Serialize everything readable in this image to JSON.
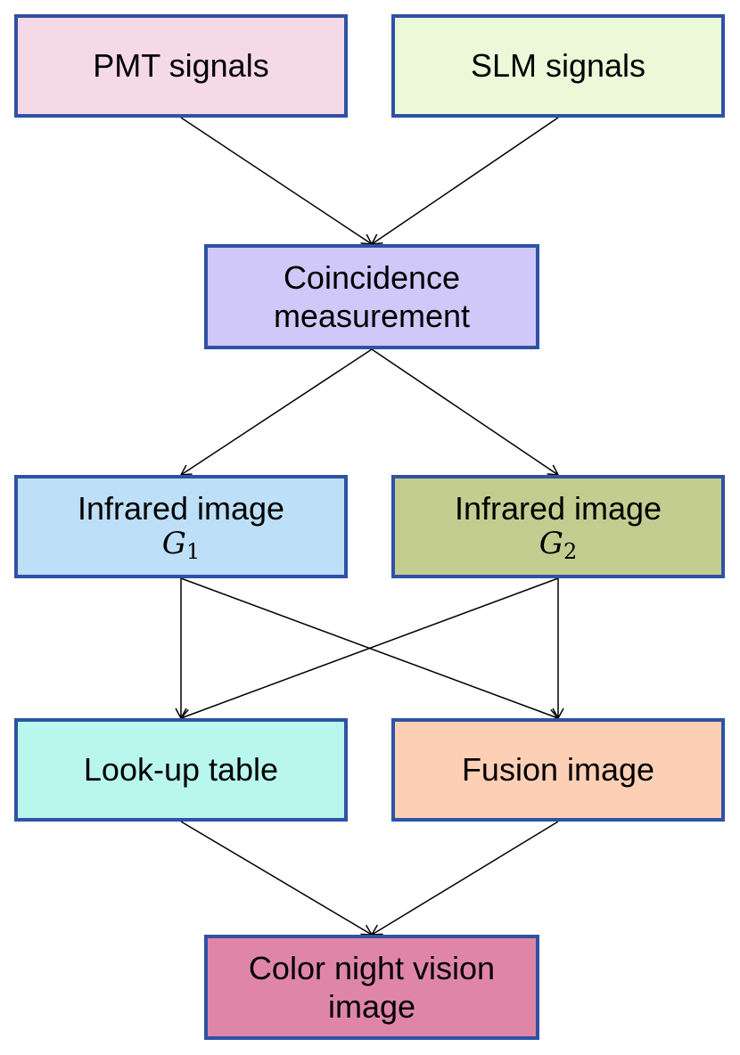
{
  "diagram": {
    "nodes": {
      "pmt": {
        "label": "PMT signals",
        "color": "#f5d9e7"
      },
      "slm": {
        "label": "SLM signals",
        "color": "#ebf9d9"
      },
      "coincidence": {
        "line1": "Coincidence",
        "line2": "measurement",
        "color": "#d0c8f8"
      },
      "infrared1": {
        "label": "Infrared image",
        "symbol": "G",
        "subscript": "1",
        "color": "#bddff7"
      },
      "infrared2": {
        "label": "Infrared image",
        "symbol": "G",
        "subscript": "2",
        "color": "#c3cd8f"
      },
      "lookup": {
        "label": "Look-up table",
        "color": "#b9f7ee"
      },
      "fusion": {
        "label": "Fusion image",
        "color": "#fdd0b6"
      },
      "color_night": {
        "line1": "Color night vision",
        "line2": "image",
        "color": "#df86a8"
      }
    },
    "edges": [
      {
        "from": "pmt",
        "to": "coincidence"
      },
      {
        "from": "slm",
        "to": "coincidence"
      },
      {
        "from": "coincidence",
        "to": "infrared1"
      },
      {
        "from": "coincidence",
        "to": "infrared2"
      },
      {
        "from": "infrared1",
        "to": "lookup"
      },
      {
        "from": "infrared1",
        "to": "fusion"
      },
      {
        "from": "infrared2",
        "to": "lookup"
      },
      {
        "from": "infrared2",
        "to": "fusion"
      },
      {
        "from": "lookup",
        "to": "color_night"
      },
      {
        "from": "fusion",
        "to": "color_night"
      }
    ],
    "border_color": "#2f52a4",
    "edge_color": "#000000"
  }
}
